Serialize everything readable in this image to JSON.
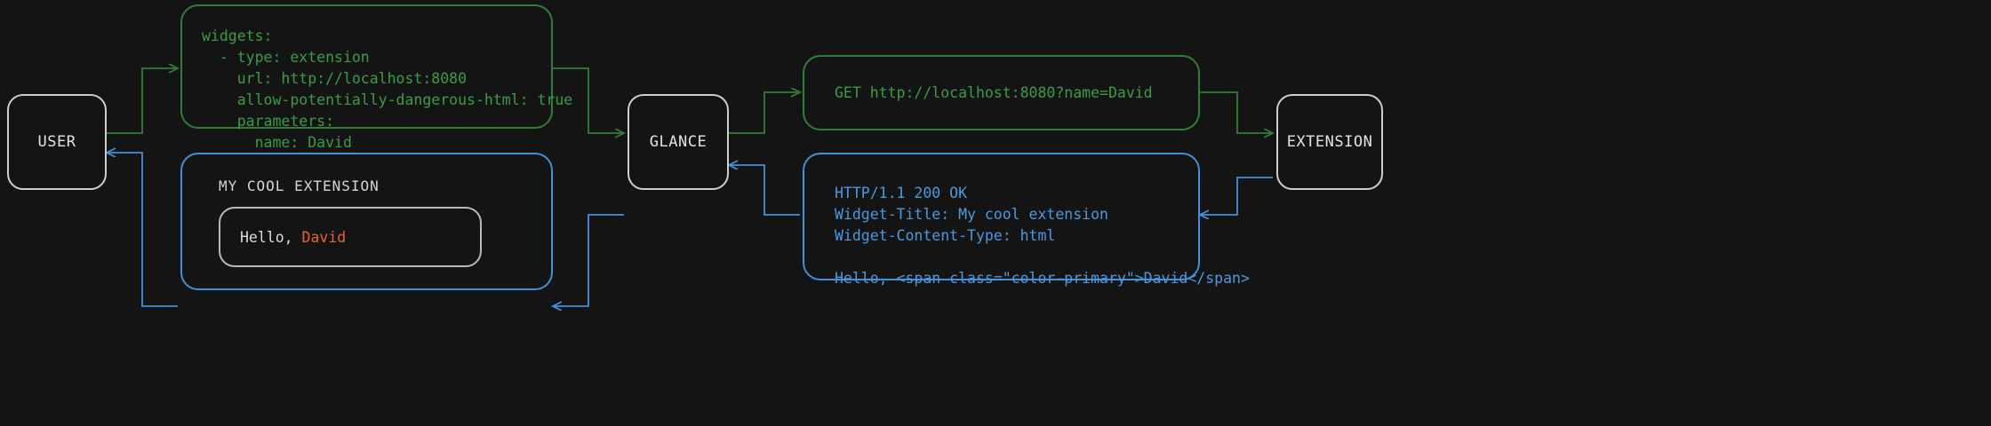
{
  "theme": {
    "background": "#141414",
    "node_border": "#cfcfcf",
    "node_text": "#e3e3e3",
    "green": "#2f7d38",
    "green_text": "#3a9d46",
    "blue": "#4190d8",
    "blue_text": "#4a9ae0",
    "widget_card_border": "#b9b9b9",
    "widget_text": "#dcdcdc",
    "accent_primary": "#e8632c"
  },
  "nodes": {
    "user": {
      "label": "USER"
    },
    "glance": {
      "label": "GLANCE"
    },
    "extension": {
      "label": "EXTENSION"
    }
  },
  "bubbles": {
    "config_yaml": {
      "color": "green",
      "text": "widgets:\n  - type: extension\n    url: http://localhost:8080\n    allow-potentially-dangerous-html: true\n    parameters:\n      name: David"
    },
    "http_request": {
      "color": "green",
      "text": "GET http://localhost:8080?name=David"
    },
    "http_response": {
      "color": "blue",
      "text": "HTTP/1.1 200 OK\nWidget-Title: My cool extension\nWidget-Content-Type: html\n\nHello, <span class=\"color-primary\">David</span>"
    },
    "widget_preview": {
      "color": "blue",
      "title": "MY COOL EXTENSION",
      "body_prefix": "Hello, ",
      "body_accent": "David"
    }
  },
  "flows": [
    {
      "name": "user-to-glance-config",
      "color": "green",
      "from": "USER",
      "to": "GLANCE",
      "via": "config_yaml"
    },
    {
      "name": "glance-to-extension-request",
      "color": "green",
      "from": "GLANCE",
      "to": "EXTENSION",
      "via": "http_request"
    },
    {
      "name": "extension-to-glance-response",
      "color": "blue",
      "from": "EXTENSION",
      "to": "GLANCE",
      "via": "http_response"
    },
    {
      "name": "glance-to-user-widget",
      "color": "blue",
      "from": "GLANCE",
      "to": "USER",
      "via": "widget_preview"
    }
  ]
}
